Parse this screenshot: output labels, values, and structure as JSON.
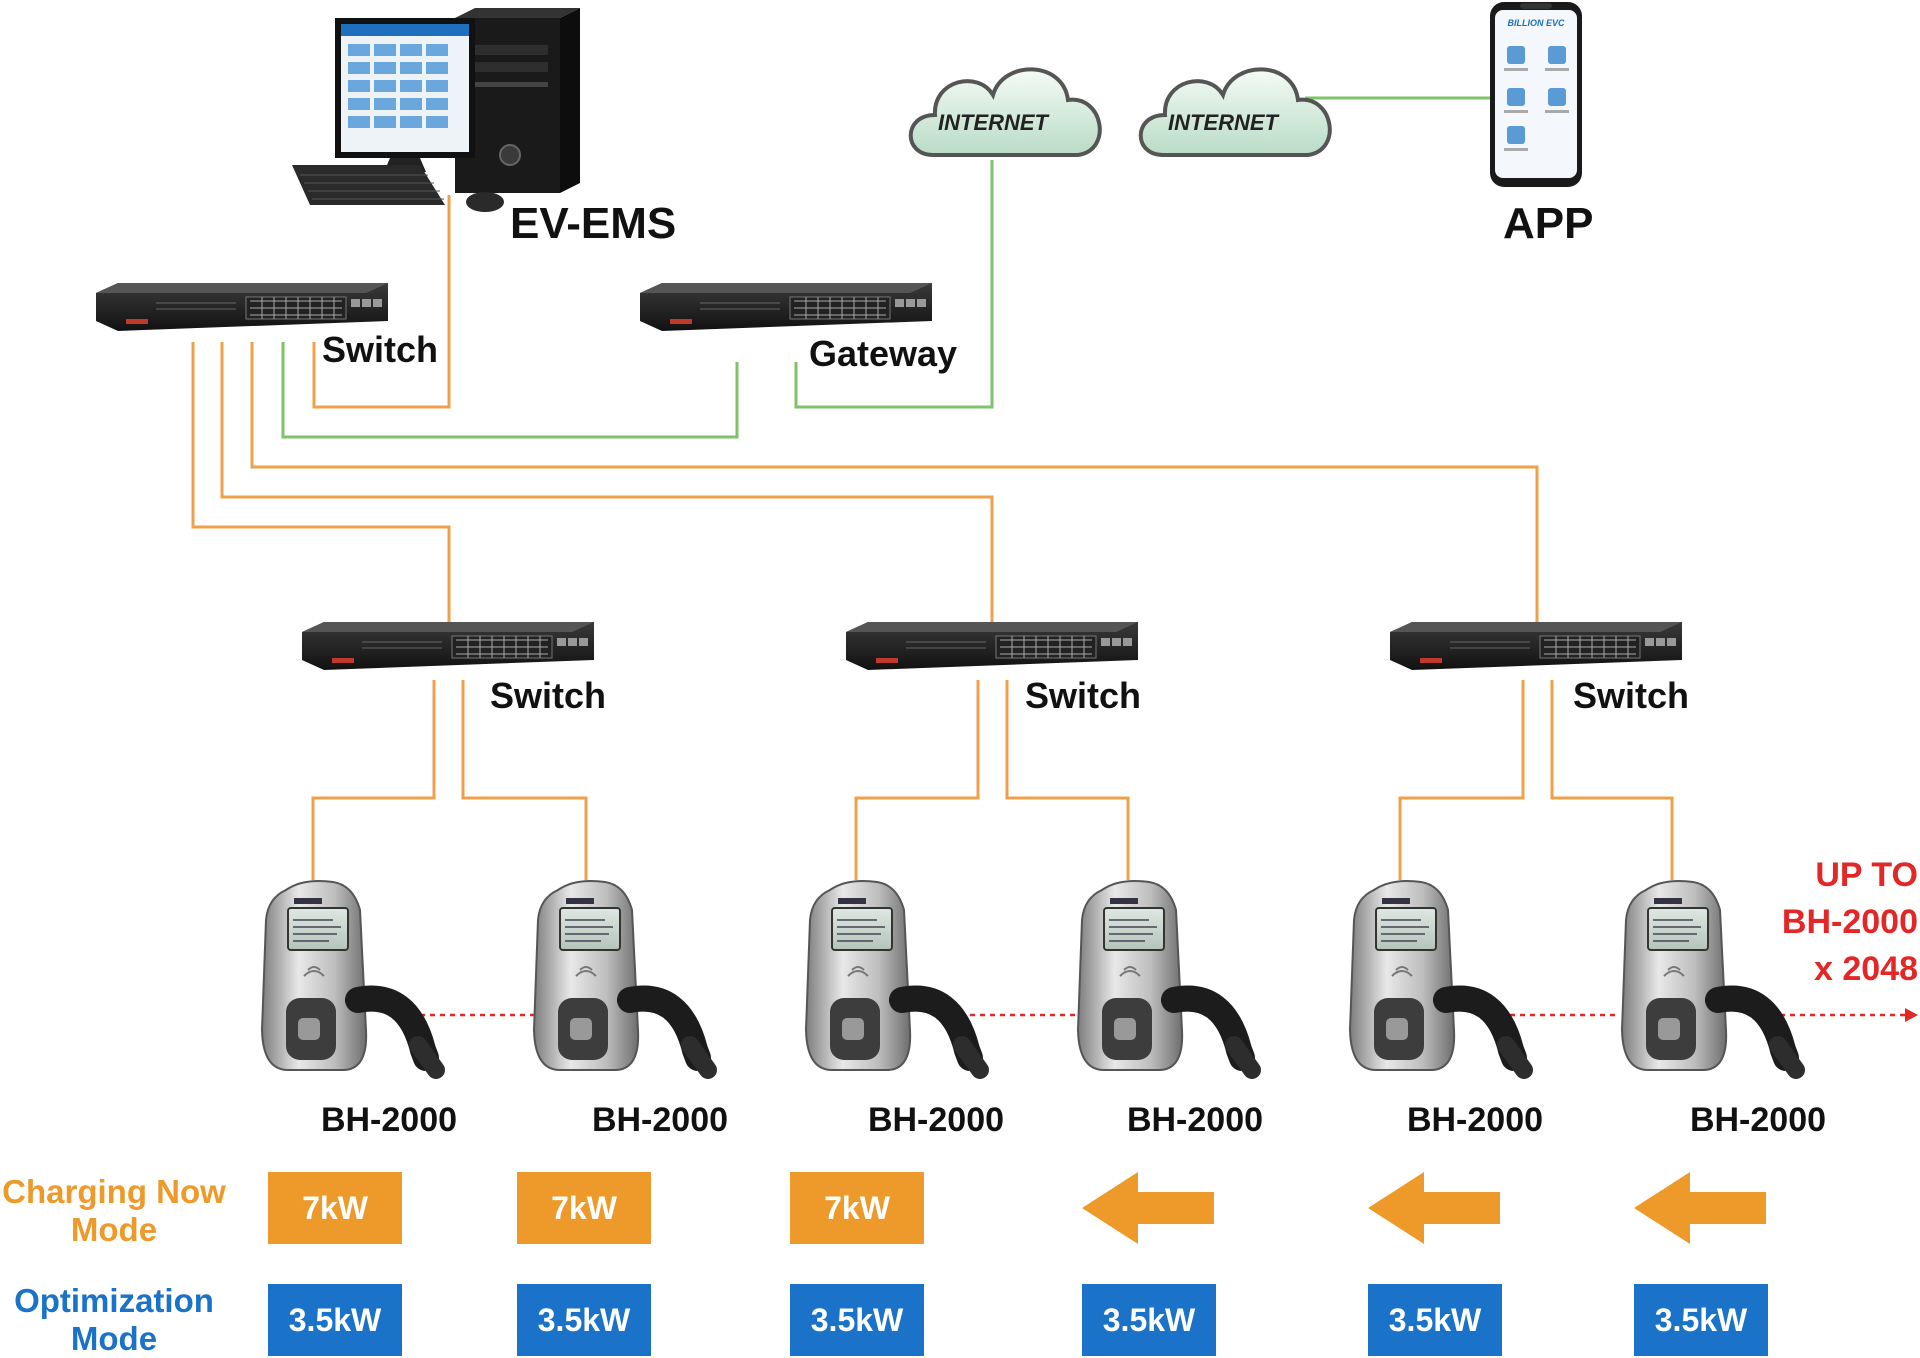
{
  "colors": {
    "orange_line": "#f0a04a",
    "green_line": "#7cc36a",
    "red_dotted": "#e32626",
    "orange_box": "#ee9a2a",
    "blue_box": "#1a73c8",
    "mode_orange": "#ee9a2a",
    "mode_blue": "#1a73c8"
  },
  "labels": {
    "ev_ems": "EV-EMS",
    "app": "APP",
    "internet_1": "INTERNET",
    "internet_2": "INTERNET",
    "top_switch": "Switch",
    "gateway": "Gateway",
    "switch_1": "Switch",
    "switch_2": "Switch",
    "switch_3": "Switch"
  },
  "app_screen": {
    "brand": "BILLION EVC"
  },
  "chargers": [
    {
      "label": "BH-2000"
    },
    {
      "label": "BH-2000"
    },
    {
      "label": "BH-2000"
    },
    {
      "label": "BH-2000"
    },
    {
      "label": "BH-2000"
    },
    {
      "label": "BH-2000"
    }
  ],
  "upto": {
    "line1": "UP TO",
    "line2": "BH-2000",
    "line3": "x 2048"
  },
  "modes": {
    "charging_now": {
      "label_line1": "Charging Now",
      "label_line2": "Mode",
      "values": [
        "7kW",
        "7kW",
        "7kW"
      ],
      "arrows": 3
    },
    "optimization": {
      "label_line1": "Optimization",
      "label_line2": "Mode",
      "values": [
        "3.5kW",
        "3.5kW",
        "3.5kW",
        "3.5kW",
        "3.5kW",
        "3.5kW"
      ]
    }
  }
}
